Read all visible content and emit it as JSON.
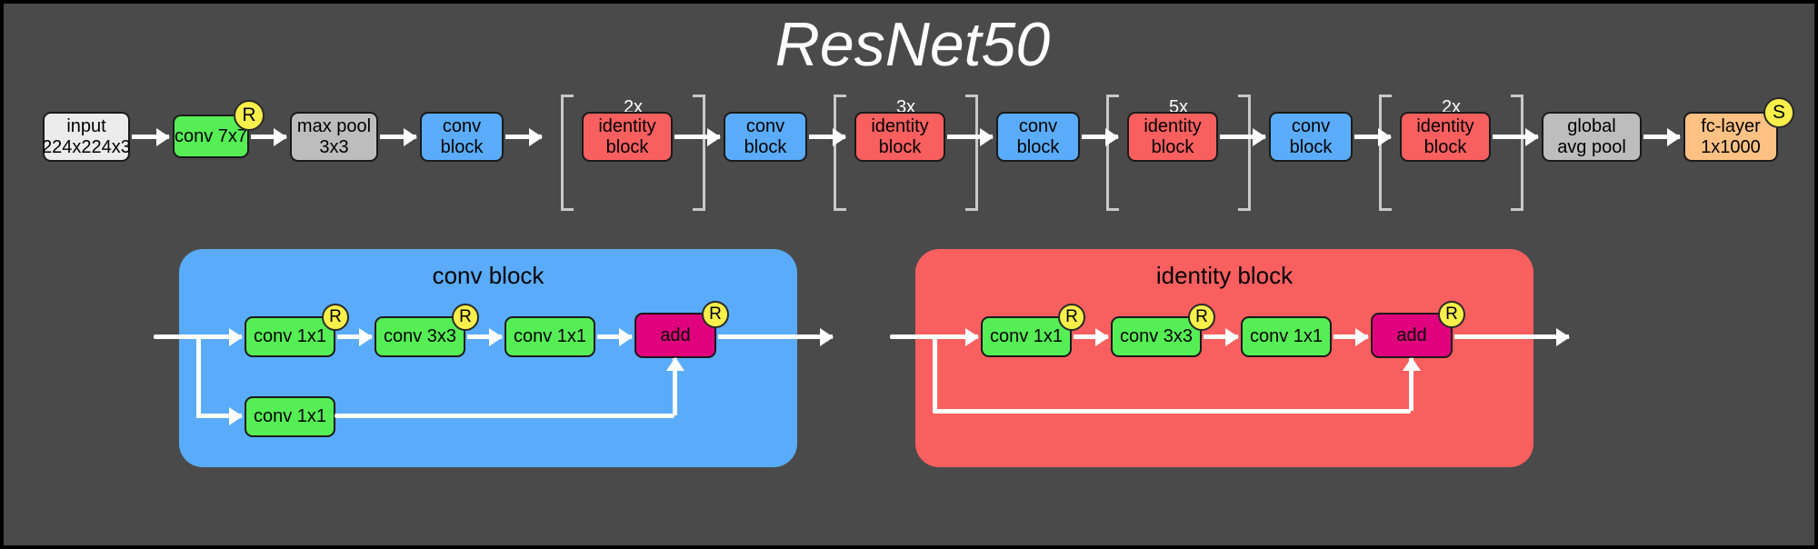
{
  "title": "ResNet50",
  "colors": {
    "background": "#4a4a4a",
    "frame": "#000000",
    "green": "#56ee55",
    "blue": "#5aacfa",
    "red": "#fa5f5f",
    "gray": "#bdbdbd",
    "white_box": "#ececec",
    "peach": "#fcc183",
    "magenta": "#e0007d",
    "badge_yellow": "#f9ef4a",
    "arrow_white": "#ffffff",
    "bracket_gray": "#c9c9c9"
  },
  "pipeline": {
    "nodes": [
      {
        "id": "input",
        "line1": "input",
        "line2": "224x224x3",
        "color": "white-box",
        "badge": null
      },
      {
        "id": "conv7x7",
        "line1": "conv 7x7",
        "line2": "",
        "color": "green",
        "badge": "R"
      },
      {
        "id": "maxpool",
        "line1": "max pool",
        "line2": "3x3",
        "color": "gray",
        "badge": null
      },
      {
        "id": "convblock1",
        "line1": "conv",
        "line2": "block",
        "color": "blue",
        "badge": null
      },
      {
        "id": "identity1",
        "line1": "identity",
        "line2": "block",
        "color": "red",
        "badge": null,
        "repeat": "2x"
      },
      {
        "id": "convblock2",
        "line1": "conv",
        "line2": "block",
        "color": "blue",
        "badge": null
      },
      {
        "id": "identity2",
        "line1": "identity",
        "line2": "block",
        "color": "red",
        "badge": null,
        "repeat": "3x"
      },
      {
        "id": "convblock3",
        "line1": "conv",
        "line2": "block",
        "color": "blue",
        "badge": null
      },
      {
        "id": "identity3",
        "line1": "identity",
        "line2": "block",
        "color": "red",
        "badge": null,
        "repeat": "5x"
      },
      {
        "id": "convblock4",
        "line1": "conv",
        "line2": "block",
        "color": "blue",
        "badge": null
      },
      {
        "id": "identity4",
        "line1": "identity",
        "line2": "block",
        "color": "red",
        "badge": null,
        "repeat": "2x"
      },
      {
        "id": "globalavgpool",
        "line1": "global",
        "line2": "avg pool",
        "color": "gray",
        "badge": null
      },
      {
        "id": "fclayer",
        "line1": "fc-layer",
        "line2": "1x1000",
        "color": "peach",
        "badge": "S"
      }
    ]
  },
  "conv_block": {
    "title": "conv block",
    "main_path": [
      {
        "id": "cb-conv1",
        "label": "conv 1x1",
        "badge": "R"
      },
      {
        "id": "cb-conv2",
        "label": "conv 3x3",
        "badge": "R"
      },
      {
        "id": "cb-conv3",
        "label": "conv 1x1",
        "badge": null
      },
      {
        "id": "cb-add",
        "label": "add",
        "badge": "R"
      }
    ],
    "skip_path": [
      {
        "id": "cb-skip-conv",
        "label": "conv 1x1",
        "badge": null
      }
    ]
  },
  "identity_block": {
    "title": "identity block",
    "main_path": [
      {
        "id": "ib-conv1",
        "label": "conv 1x1",
        "badge": "R"
      },
      {
        "id": "ib-conv2",
        "label": "conv 3x3",
        "badge": "R"
      },
      {
        "id": "ib-conv3",
        "label": "conv 1x1",
        "badge": null
      },
      {
        "id": "ib-add",
        "label": "add",
        "badge": "R"
      }
    ],
    "skip_path": []
  },
  "badge_legend": {
    "R": "R",
    "S": "S"
  }
}
